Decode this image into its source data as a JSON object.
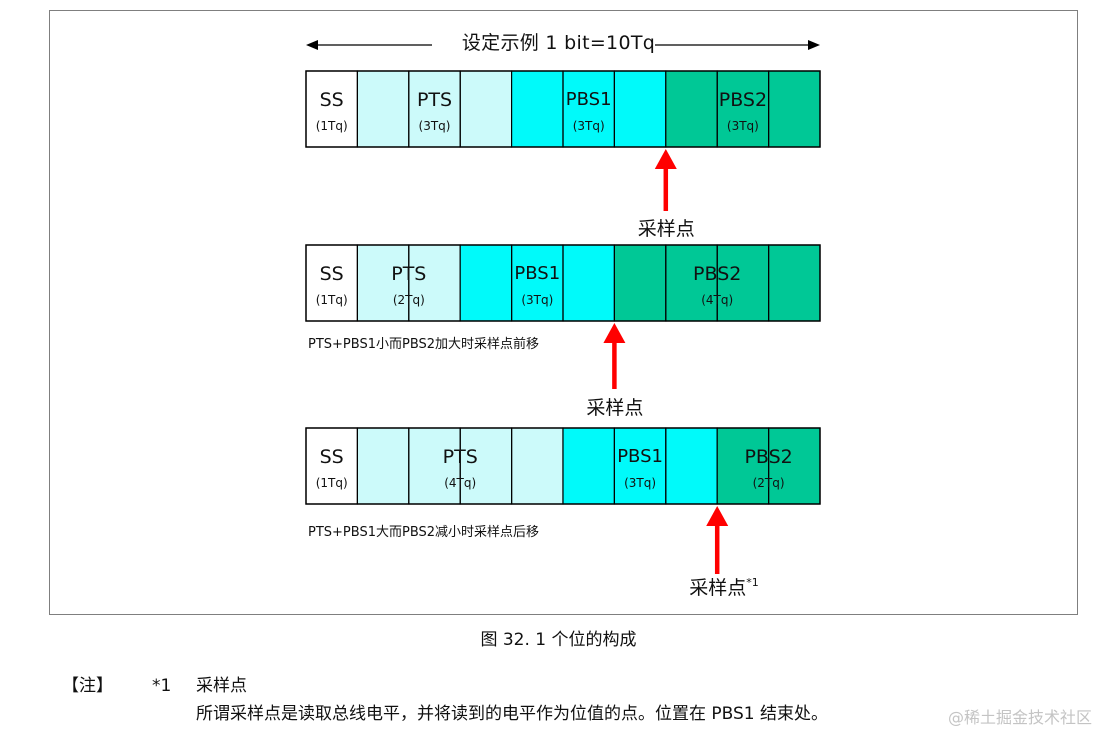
{
  "diagram": {
    "top_label": "设定示例 1 bit=10Tq",
    "colors": {
      "ss": "#ffffff",
      "pts": "#ccfafa",
      "pbs1": "#00fafa",
      "pbs2": "#00c896",
      "arrow": "#ff0000",
      "line": "#000000",
      "frame": "#7f7f7f"
    },
    "rows": [
      {
        "sampling_after_tq": 7,
        "sample_point_label": "采样点",
        "caption": "",
        "segments": [
          {
            "id": "ss",
            "name": "SS",
            "tq_label": "(1Tq)",
            "tq": 1
          },
          {
            "id": "pts",
            "name": "PTS",
            "tq_label": "(3Tq)",
            "tq": 3
          },
          {
            "id": "pbs1",
            "name": "PBS1",
            "tq_label": "(3Tq)",
            "tq": 3
          },
          {
            "id": "pbs2",
            "name": "PBS2",
            "tq_label": "(3Tq)",
            "tq": 3
          }
        ]
      },
      {
        "sampling_after_tq": 6,
        "sample_point_label": "采样点",
        "caption": "PTS+PBS1小而PBS2加大时采样点前移",
        "segments": [
          {
            "id": "ss",
            "name": "SS",
            "tq_label": "(1Tq)",
            "tq": 1
          },
          {
            "id": "pts",
            "name": "PTS",
            "tq_label": "(2Tq)",
            "tq": 2
          },
          {
            "id": "pbs1",
            "name": "PBS1",
            "tq_label": "(3Tq)",
            "tq": 3
          },
          {
            "id": "pbs2",
            "name": "PBS2",
            "tq_label": "(4Tq)",
            "tq": 4
          }
        ]
      },
      {
        "sampling_after_tq": 8,
        "sample_point_label": "采样点",
        "sample_point_note": "*1",
        "caption": "PTS+PBS1大而PBS2减小时采样点后移",
        "segments": [
          {
            "id": "ss",
            "name": "SS",
            "tq_label": "(1Tq)",
            "tq": 1
          },
          {
            "id": "pts",
            "name": "PTS",
            "tq_label": "(4Tq)",
            "tq": 4
          },
          {
            "id": "pbs1",
            "name": "PBS1",
            "tq_label": "(3Tq)",
            "tq": 3
          },
          {
            "id": "pbs2",
            "name": "PBS2",
            "tq_label": "(2Tq)",
            "tq": 2
          }
        ]
      }
    ]
  },
  "figure_caption": "图 32.   1 个位的构成",
  "note": {
    "tag": "【注】",
    "number": "*1",
    "title": "采样点",
    "text": "所谓采样点是读取总线电平，并将读到的电平作为位值的点。位置在 PBS1 结束处。"
  },
  "watermark": "@稀土掘金技术社区"
}
